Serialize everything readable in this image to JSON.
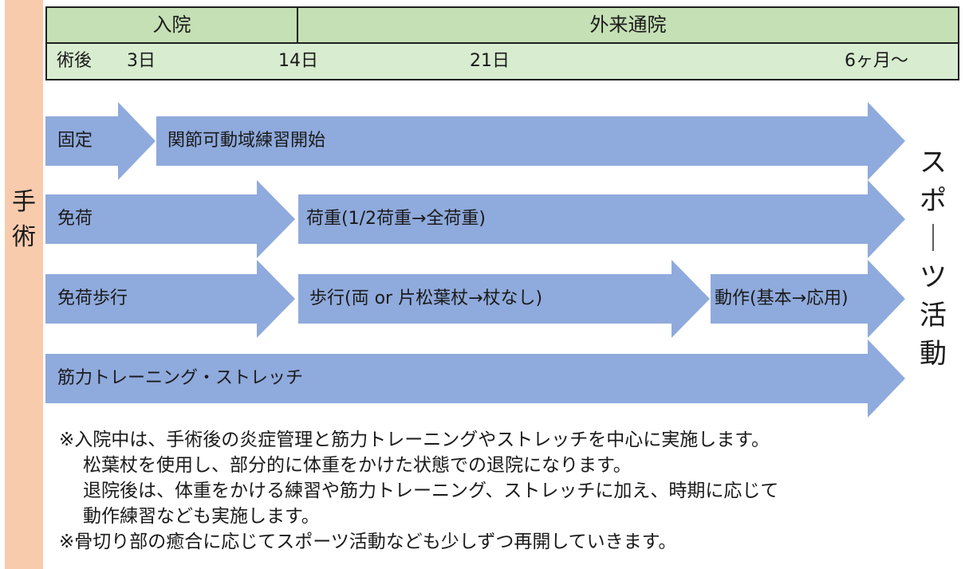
{
  "side_label": "手術",
  "header": {
    "admission": "入院",
    "outpatient": "外来通院",
    "post_op_label": "術後",
    "ticks": [
      "3日",
      "14日",
      "21日",
      "6ヶ月〜"
    ]
  },
  "arrows": [
    {
      "label": "固定"
    },
    {
      "label": "関節可動域練習開始"
    },
    {
      "label": "免荷"
    },
    {
      "label": "荷重(1/2荷重→全荷重)"
    },
    {
      "label": "免荷歩行"
    },
    {
      "label": "歩行(両 or 片松葉杖→杖なし)"
    },
    {
      "label": "動作(基本→応用)"
    },
    {
      "label": "筋力トレーニング・ストレッチ"
    }
  ],
  "goal": "スポーツ活動",
  "notes": [
    "※入院中は、手術後の炎症管理と筋力トレーニングやストレッチを中心に実施します。",
    "松葉杖を使用し、部分的に体重をかけた状態での退院になります。",
    "退院後は、体重をかける練習や筋力トレーニング、ストレッチに加え、時期に応じて",
    "動作練習なども実施します。",
    "※骨切り部の癒合に応じてスポーツ活動なども少しずつ再開していきます。"
  ],
  "colors": {
    "arrow_fill": "#8faadc",
    "side_fill": "#f8cbad",
    "header_fill": "#c5e0b4"
  }
}
